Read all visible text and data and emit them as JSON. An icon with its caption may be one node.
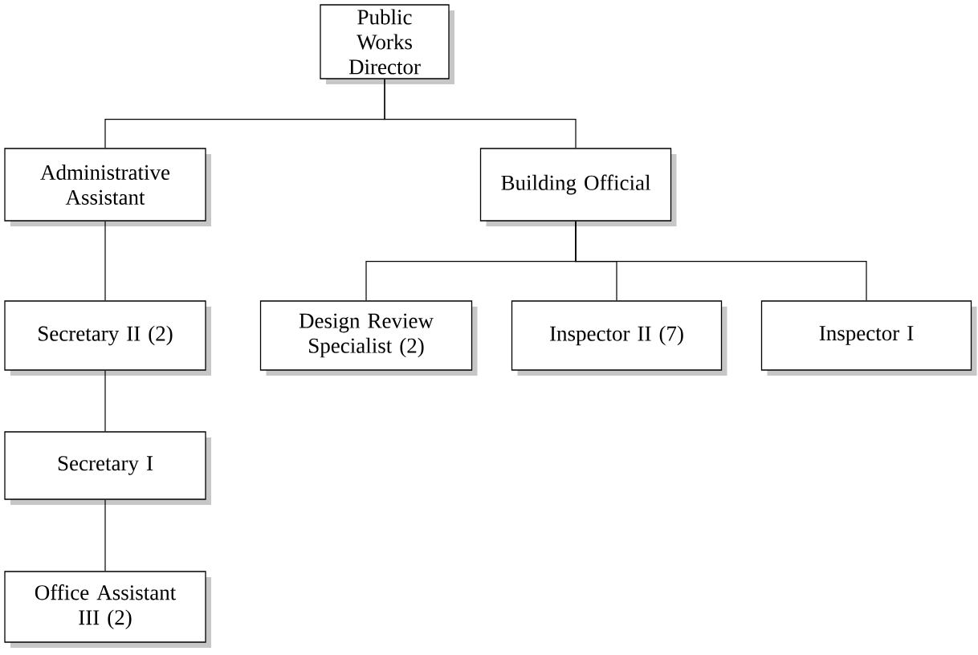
{
  "diagram": {
    "nodes": [
      {
        "text": [
          "Public Works Director"
        ]
      },
      {
        "text": [
          "Administrative Assistant"
        ]
      },
      {
        "text": [
          "Building Official"
        ]
      },
      {
        "text": [
          "Secretary II (2)"
        ]
      },
      {
        "text": [
          "Design Review Specialist (2)"
        ]
      },
      {
        "text": [
          "Inspector II (7)"
        ]
      },
      {
        "text": [
          "Inspector I"
        ]
      },
      {
        "text": [
          "Secretary I"
        ]
      },
      {
        "text": [
          "Office Assistant III (2)"
        ]
      }
    ],
    "edges": [
      {
        "from": 0,
        "to": 1,
        "arrow": "none"
      },
      {
        "from": 0,
        "to": 2,
        "arrow": "none"
      },
      {
        "from": 1,
        "to": 3,
        "arrow": "none"
      },
      {
        "from": 2,
        "to": 4,
        "arrow": "none"
      },
      {
        "from": 2,
        "to": 5,
        "arrow": "none"
      },
      {
        "from": 2,
        "to": 6,
        "arrow": "none"
      },
      {
        "from": 3,
        "to": 7,
        "arrow": "none"
      },
      {
        "from": 7,
        "to": 8,
        "arrow": "none"
      }
    ]
  }
}
